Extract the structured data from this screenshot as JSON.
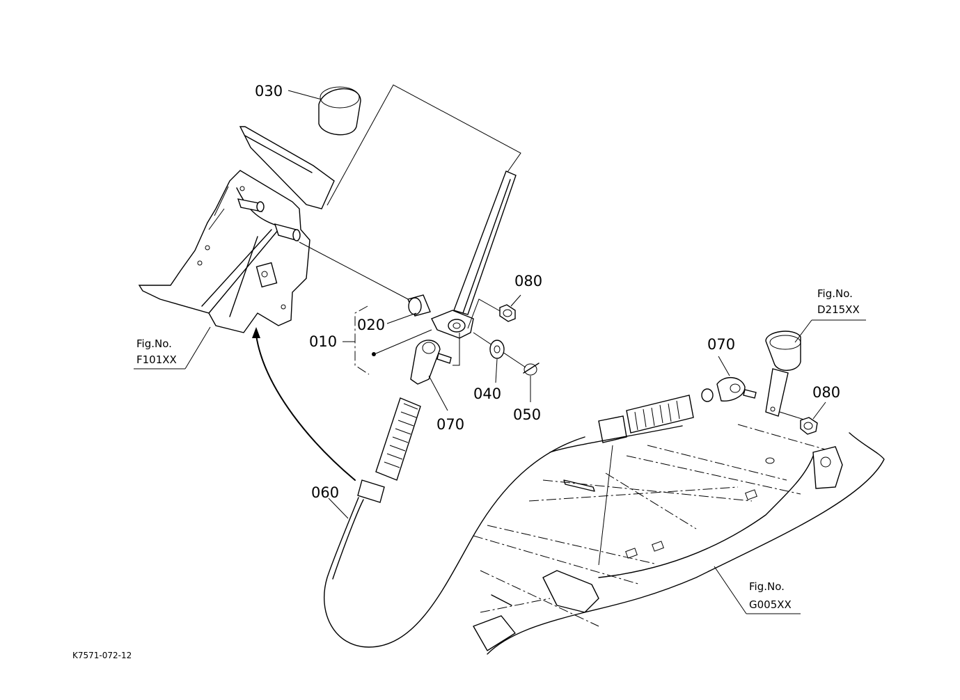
{
  "parts": {
    "p010": "010",
    "p020": "020",
    "p030": "030",
    "p040": "040",
    "p050": "050",
    "p060": "060",
    "p070a": "070",
    "p070b": "070",
    "p080a": "080",
    "p080b": "080"
  },
  "figure_refs": {
    "f101": {
      "line1": "Fig.No.",
      "line2": "F101XX"
    },
    "d215": {
      "line1": "Fig.No.",
      "line2": "D215XX"
    },
    "g005": {
      "line1": "Fig.No.",
      "line2": "G005XX"
    }
  },
  "drawing_code": "K7571-072-12"
}
